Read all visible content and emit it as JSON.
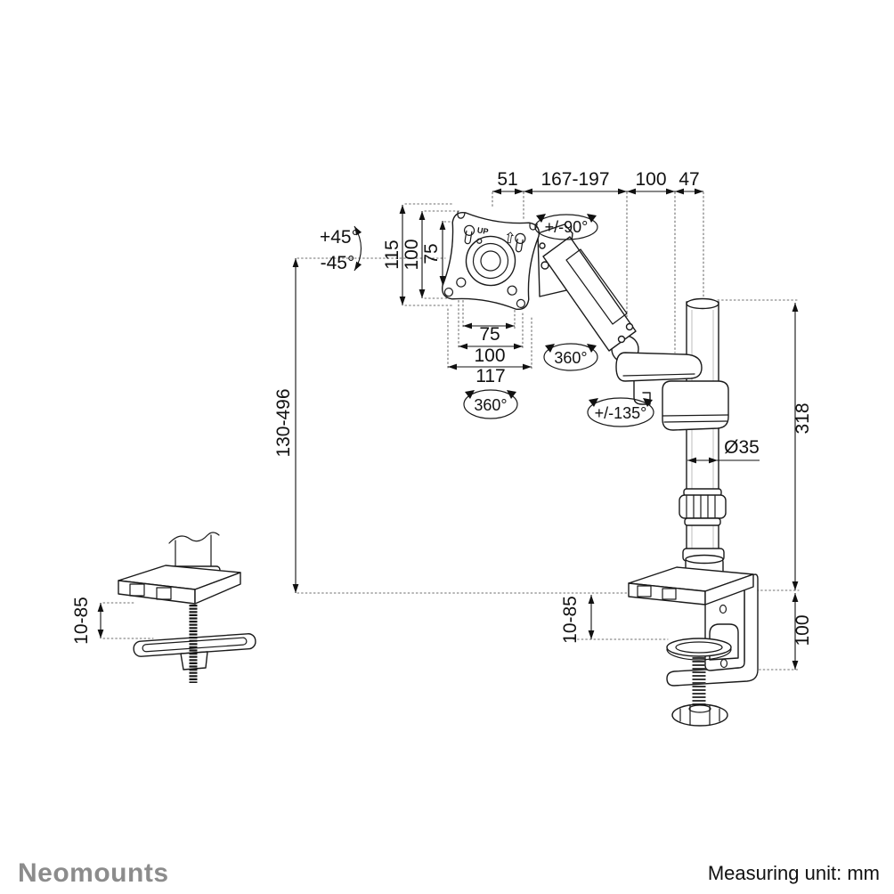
{
  "dimensions": {
    "top": {
      "d1": "51",
      "d2": "167-197",
      "d3": "100",
      "d4": "47"
    },
    "vesa_vertical": {
      "outer": "115",
      "middle": "100",
      "inner": "75"
    },
    "vesa_horizontal": {
      "inner": "75",
      "middle": "100",
      "outer": "117"
    },
    "height_range": "130-496",
    "pole_height": "318",
    "pole_diameter": "Ø35",
    "clamp_height": "100",
    "clamp_thickness_range": "10-85",
    "grommet_thickness_range": "10-85"
  },
  "rotations": {
    "tilt_plus": "+45°",
    "tilt_minus": "-45°",
    "swivel_head": "+/-90°",
    "rotate_head": "360°",
    "rotate_arm": "360°",
    "swivel_arm": "+/-135°"
  },
  "plate": {
    "up_label": "UP",
    "up_arrow": "⇧"
  },
  "footer": {
    "brand": "Neomounts",
    "measuring_unit": "Measuring unit: mm"
  }
}
